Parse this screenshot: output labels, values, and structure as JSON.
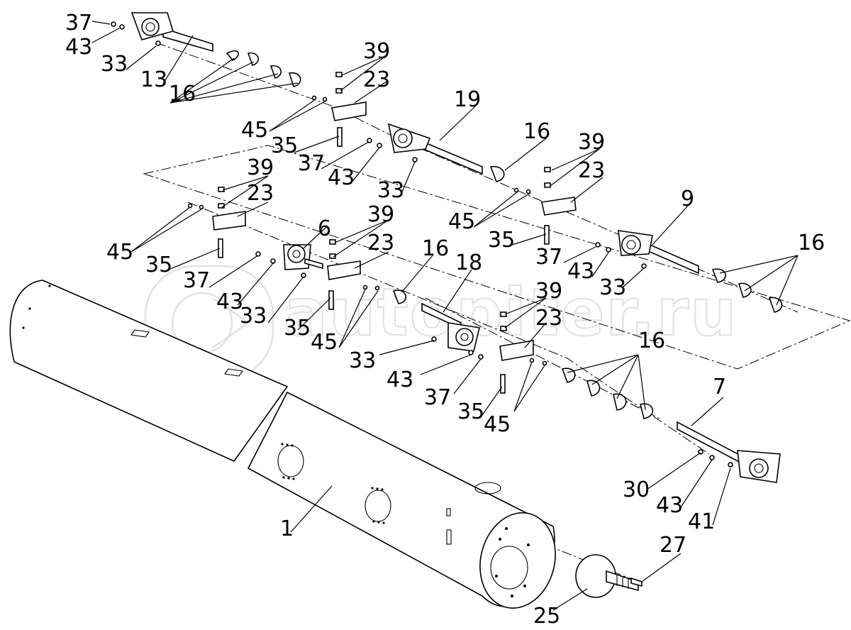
{
  "watermark": "autopiter.ru",
  "callouts": [
    {
      "id": "c37a",
      "text": "37"
    },
    {
      "id": "c43a",
      "text": "43"
    },
    {
      "id": "c33a",
      "text": "33"
    },
    {
      "id": "c13",
      "text": "13"
    },
    {
      "id": "c16a",
      "text": "16"
    },
    {
      "id": "c39a",
      "text": "39"
    },
    {
      "id": "c23a",
      "text": "23"
    },
    {
      "id": "c45a",
      "text": "45"
    },
    {
      "id": "c35a",
      "text": "35"
    },
    {
      "id": "c37b",
      "text": "37"
    },
    {
      "id": "c43b",
      "text": "43"
    },
    {
      "id": "c33b",
      "text": "33"
    },
    {
      "id": "c19",
      "text": "19"
    },
    {
      "id": "c16b",
      "text": "16"
    },
    {
      "id": "c39b",
      "text": "39"
    },
    {
      "id": "c23b",
      "text": "23"
    },
    {
      "id": "c45b",
      "text": "45"
    },
    {
      "id": "c35b",
      "text": "35"
    },
    {
      "id": "c37c",
      "text": "37"
    },
    {
      "id": "c43c",
      "text": "43"
    },
    {
      "id": "c33c",
      "text": "33"
    },
    {
      "id": "c9",
      "text": "9"
    },
    {
      "id": "c16c",
      "text": "16"
    },
    {
      "id": "c39c",
      "text": "39"
    },
    {
      "id": "c23c",
      "text": "23"
    },
    {
      "id": "c45c",
      "text": "45"
    },
    {
      "id": "c35c",
      "text": "35"
    },
    {
      "id": "c37d",
      "text": "37"
    },
    {
      "id": "c43d",
      "text": "43"
    },
    {
      "id": "c33d",
      "text": "33"
    },
    {
      "id": "c6",
      "text": "6"
    },
    {
      "id": "c39d",
      "text": "39"
    },
    {
      "id": "c23d",
      "text": "23"
    },
    {
      "id": "c16d",
      "text": "16"
    },
    {
      "id": "c18",
      "text": "18"
    },
    {
      "id": "c35d",
      "text": "35"
    },
    {
      "id": "c45d",
      "text": "45"
    },
    {
      "id": "c33e",
      "text": "33"
    },
    {
      "id": "c39e",
      "text": "39"
    },
    {
      "id": "c23e",
      "text": "23"
    },
    {
      "id": "c43e",
      "text": "43"
    },
    {
      "id": "c37e",
      "text": "37"
    },
    {
      "id": "c35e",
      "text": "35"
    },
    {
      "id": "c45e",
      "text": "45"
    },
    {
      "id": "c16e",
      "text": "16"
    },
    {
      "id": "c7",
      "text": "7"
    },
    {
      "id": "c30",
      "text": "30"
    },
    {
      "id": "c43f",
      "text": "43"
    },
    {
      "id": "c41",
      "text": "41"
    },
    {
      "id": "c1",
      "text": "1"
    },
    {
      "id": "c27",
      "text": "27"
    },
    {
      "id": "c25",
      "text": "25"
    }
  ]
}
